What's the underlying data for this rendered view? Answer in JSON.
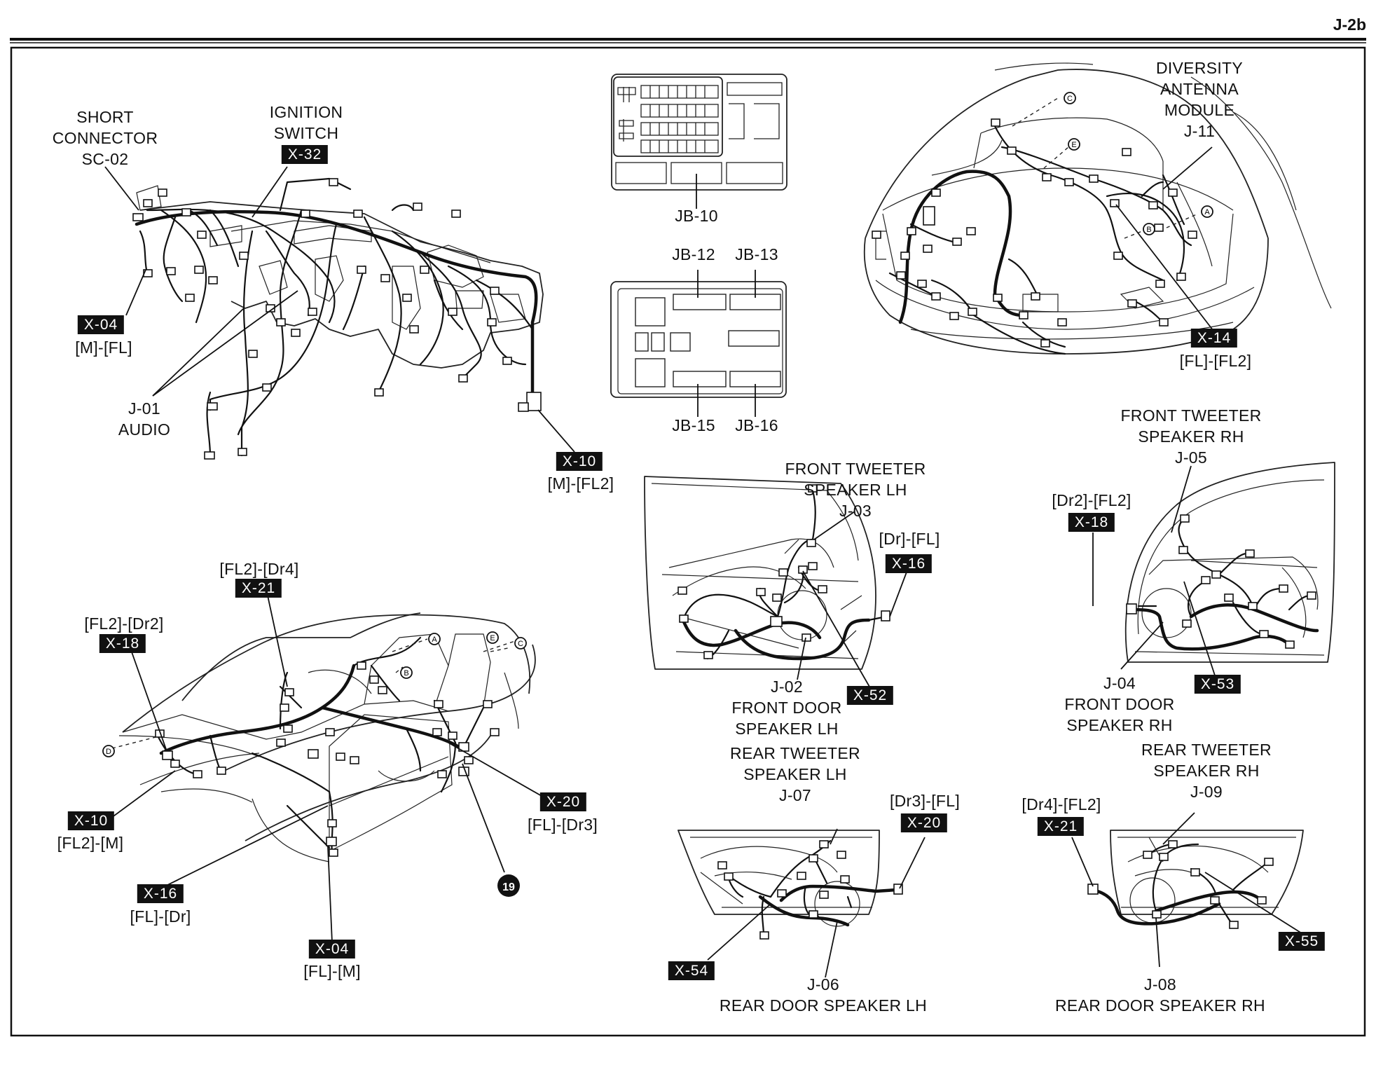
{
  "page_ref": "J-2b",
  "labels": {
    "short_connector": "SHORT\nCONNECTOR\nSC-02",
    "ignition_switch": "IGNITION\nSWITCH",
    "ignition_switch_conn": "X-32",
    "x04_top": "X-04",
    "x04_top_sub": "[M]-[FL]",
    "j01": "J-01\nAUDIO",
    "x10_top": "X-10",
    "x10_top_sub": "[M]-[FL2]",
    "jb10": "JB-10",
    "jb12": "JB-12",
    "jb13": "JB-13",
    "jb15": "JB-15",
    "jb16": "JB-16",
    "diversity": "DIVERSITY\nANTENNA\nMODULE\nJ-11",
    "x14": "X-14",
    "x14_sub": "[FL]-[FL2]",
    "ftw_lh": "FRONT TWEETER\nSPEAKER LH\nJ-03",
    "dr_fl": "[Dr]-[FL]",
    "x16_door": "X-16",
    "j02": "J-02\nFRONT DOOR\nSPEAKER LH",
    "x52": "X-52",
    "ftw_rh": "FRONT TWEETER\nSPEAKER RH\nJ-05",
    "dr2_fl2": "[Dr2]-[FL2]",
    "x18_door": "X-18",
    "j04": "J-04\nFRONT DOOR\nSPEAKER RH",
    "x53": "X-53",
    "fl2_dr4": "[FL2]-[Dr4]",
    "x21_body": "X-21",
    "fl2_dr2": "[FL2]-[Dr2]",
    "x18_body": "X-18",
    "x10_body": "X-10",
    "x10_body_sub": "[FL2]-[M]",
    "x16_body": "X-16",
    "x16_body_sub": "[FL]-[Dr]",
    "x04_body": "X-04",
    "x04_body_sub": "[FL]-[M]",
    "x20_body": "X-20",
    "x20_body_sub": "[FL]-[Dr3]",
    "ground_19": "19",
    "rtw_lh": "REAR TWEETER\nSPEAKER LH\nJ-07",
    "dr3_fl": "[Dr3]-[FL]",
    "x20_door": "X-20",
    "x54": "X-54",
    "j06": "J-06\nREAR DOOR SPEAKER LH",
    "rtw_rh": "REAR TWEETER\nSPEAKER RH\nJ-09",
    "dr4_fl2": "[Dr4]-[FL2]",
    "x21_door": "X-21",
    "x55": "X-55",
    "j08": "J-08\nREAR DOOR SPEAKER RH",
    "mark_a": "A",
    "mark_b": "B",
    "mark_c": "C",
    "mark_d": "D",
    "mark_e": "E"
  }
}
